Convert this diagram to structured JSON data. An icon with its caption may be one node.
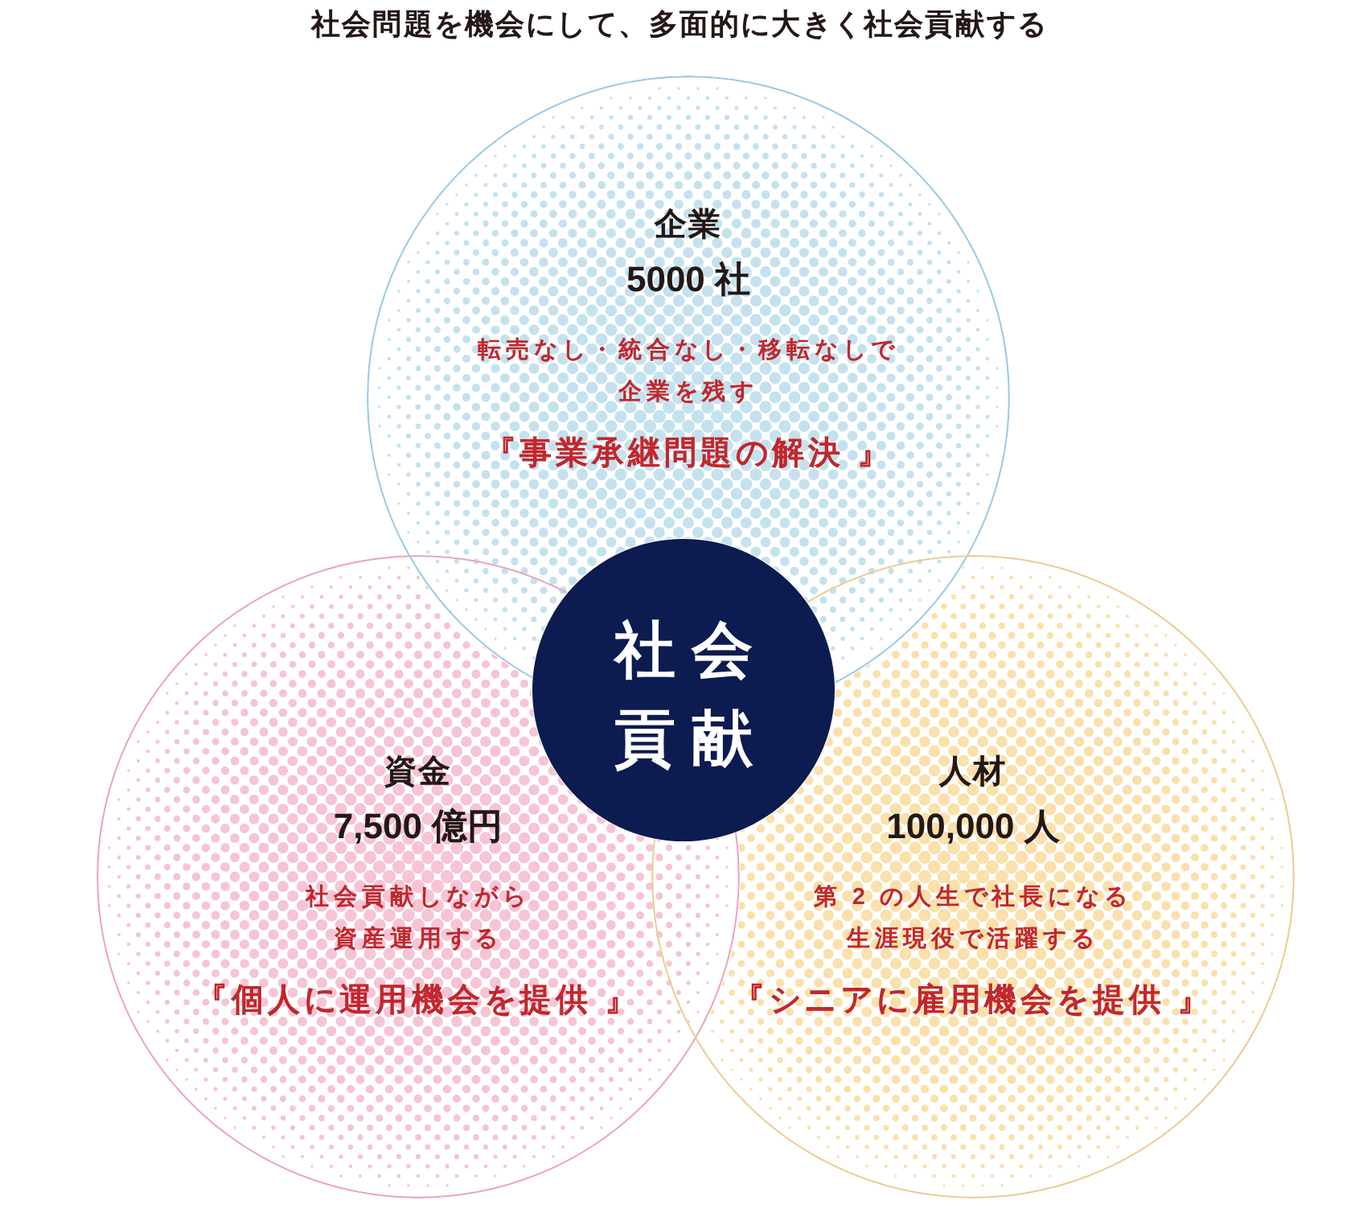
{
  "diagram": {
    "title": "社会問題を機会にして、多面的に大きく社会貢献する",
    "nodes": [
      {
        "text": [
          "企業",
          "5000 社",
          "転売なし・統合なし・移転なしで企業を残す",
          "『事業承継問題の解決 』"
        ]
      },
      {
        "text": [
          "社会貢献"
        ]
      },
      {
        "text": [
          "資金",
          "7,500 億円",
          "社会貢献しながら資産運用する",
          "『個人に運用機会を提供 』"
        ]
      },
      {
        "text": [
          "人材",
          "100,000 人",
          "第 2 の人生で社長になる生涯現役で活躍する",
          "『シニアに雇用機会を提供 』"
        ]
      }
    ]
  }
}
